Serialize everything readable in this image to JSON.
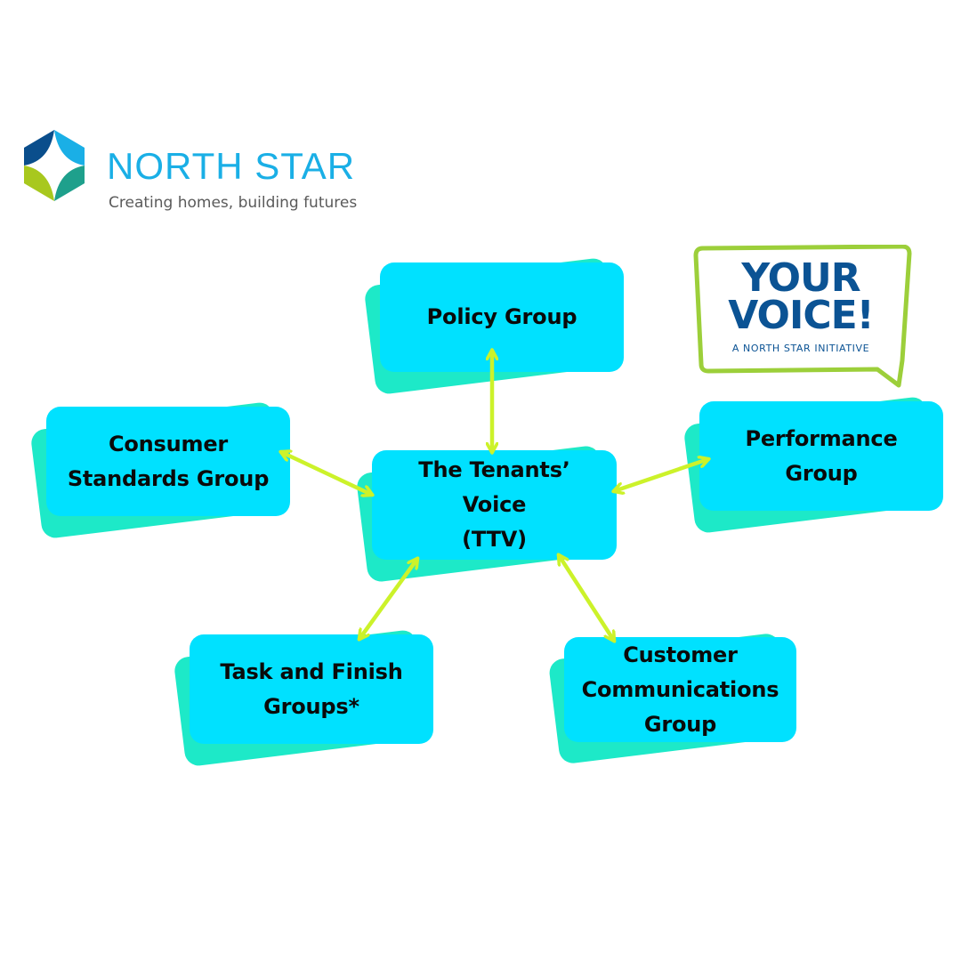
{
  "brand": {
    "name": "NORTH STAR",
    "tagline": "Creating homes, building futures",
    "colors": {
      "dark_blue": "#0a4e8c",
      "light_blue": "#1aafe6",
      "lime": "#a8c81e",
      "teal": "#1ea08c",
      "tagline_gray": "#5a5a5a"
    }
  },
  "your_voice": {
    "line1": "YOUR",
    "line2": "VOICE!",
    "subtitle": "A NORTH STAR INITIATIVE",
    "border_color": "#9ccf3a",
    "text_color": "#0b5394"
  },
  "diagram": {
    "colors": {
      "box_front": "#00e1ff",
      "box_back": "#1de9c8",
      "arrow": "#ccf22a",
      "text": "#0a0a0a"
    },
    "center": {
      "id": "ttv",
      "label": "The Tenants’\nVoice\n(TTV)"
    },
    "nodes": {
      "policy": {
        "label": "Policy Group"
      },
      "consumer": {
        "label": "Consumer\nStandards Group"
      },
      "performance": {
        "label": "Performance\nGroup"
      },
      "task": {
        "label": "Task and Finish\nGroups*"
      },
      "customer": {
        "label": "Customer\nCommunications\nGroup"
      }
    },
    "edges": [
      {
        "from": "ttv",
        "to": "policy",
        "bidirectional": true
      },
      {
        "from": "ttv",
        "to": "consumer",
        "bidirectional": true
      },
      {
        "from": "ttv",
        "to": "performance",
        "bidirectional": true
      },
      {
        "from": "ttv",
        "to": "task",
        "bidirectional": true
      },
      {
        "from": "ttv",
        "to": "customer",
        "bidirectional": true
      }
    ]
  }
}
